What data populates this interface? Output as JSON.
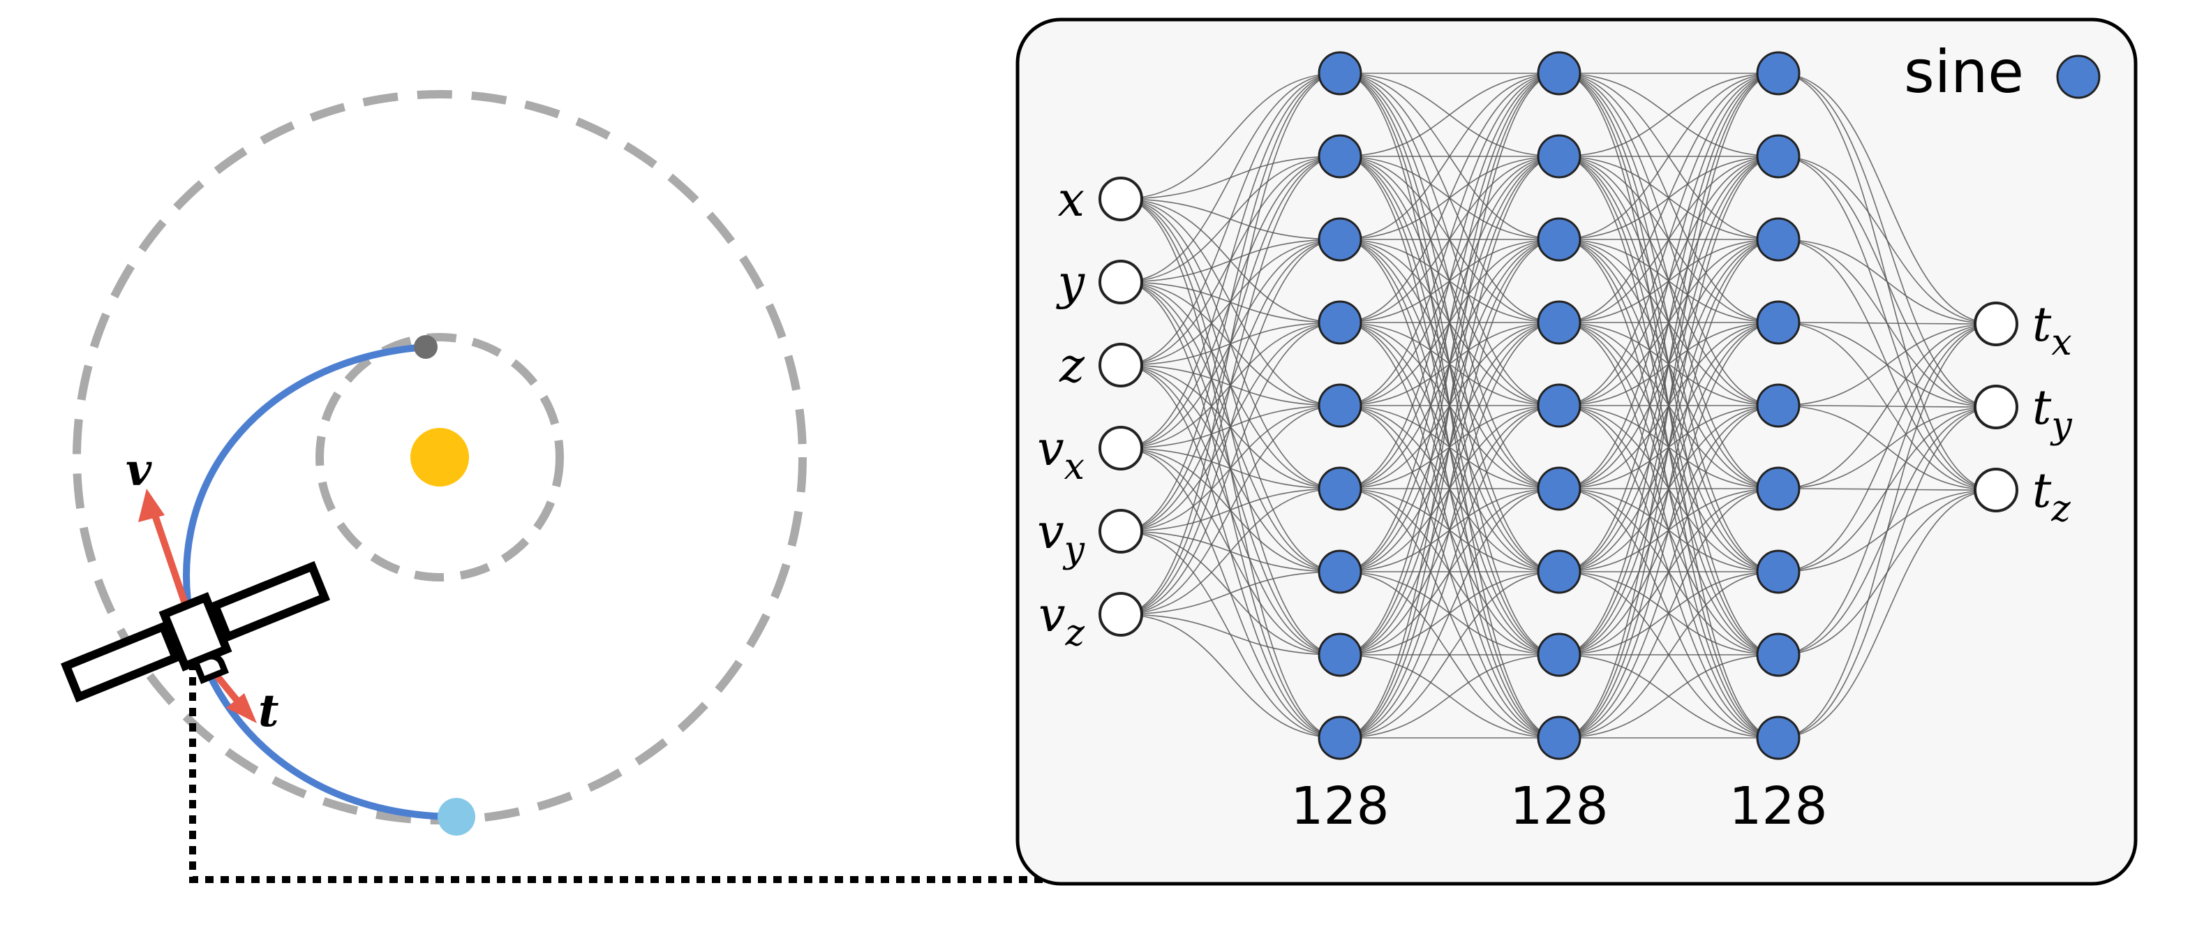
{
  "orbit_scene": {
    "velocity_label": "v",
    "thrust_label": "t",
    "colors": {
      "sun": "#FFC20E",
      "orbit_ring": "#AAAAAA",
      "trajectory": "#4D7FD1",
      "vector": "#E85A4A",
      "start_planet": "#6E6E6E",
      "target_planet": "#86C8E8",
      "spacecraft": "#000000"
    },
    "icons": [
      "sun-icon",
      "spacecraft-icon",
      "planet-icon"
    ]
  },
  "network": {
    "activation_legend": "sine",
    "inputs": [
      {
        "base": "x",
        "sub": ""
      },
      {
        "base": "y",
        "sub": ""
      },
      {
        "base": "z",
        "sub": ""
      },
      {
        "base": "v",
        "sub": "x"
      },
      {
        "base": "v",
        "sub": "y"
      },
      {
        "base": "v",
        "sub": "z"
      }
    ],
    "outputs": [
      {
        "base": "t",
        "sub": "x"
      },
      {
        "base": "t",
        "sub": "y"
      },
      {
        "base": "t",
        "sub": "z"
      }
    ],
    "hidden_layers": [
      {
        "size_label": "128",
        "drawn_nodes": 9
      },
      {
        "size_label": "128",
        "drawn_nodes": 9
      },
      {
        "size_label": "128",
        "drawn_nodes": 9
      }
    ],
    "colors": {
      "hidden_node": "#4D7FD1",
      "io_node": "#FFFFFF",
      "edge": "#555555",
      "panel_bg": "#F7F7F7",
      "panel_border": "#000000"
    }
  }
}
